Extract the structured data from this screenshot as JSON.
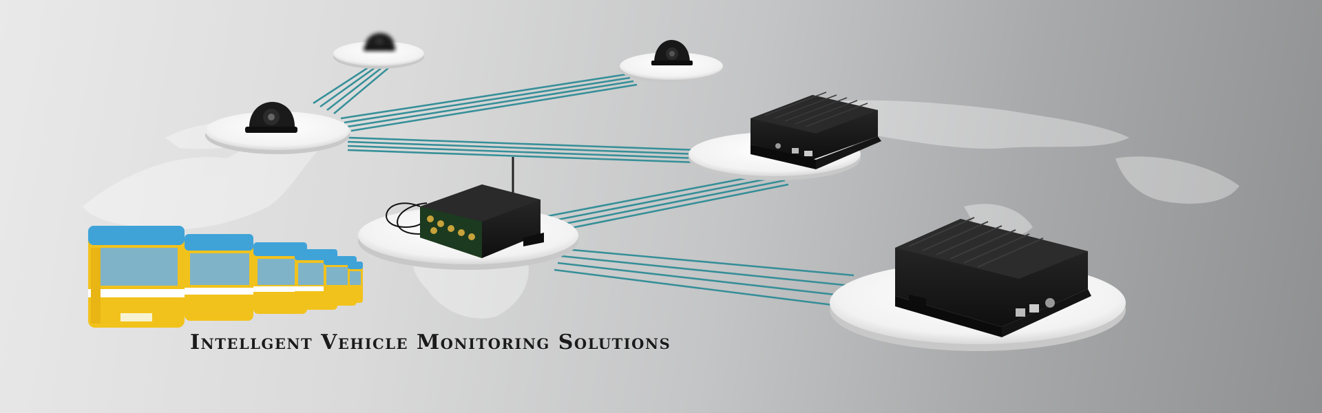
{
  "banner": {
    "headline": "Intellgent Vehicle Monitoring Solutions",
    "colors": {
      "cable": "#2e8c96",
      "device_body": "#161616",
      "bus_yellow": "#f2c21c",
      "bus_blue": "#3fa3d8"
    }
  },
  "nodes": [
    {
      "id": "dome-camera-small",
      "icon": "dome-camera-icon"
    },
    {
      "id": "dome-camera-right",
      "icon": "dome-camera-icon"
    },
    {
      "id": "dome-camera-left",
      "icon": "dome-camera-icon"
    },
    {
      "id": "mdvr-upper-right",
      "icon": "mdvr-recorder-icon"
    },
    {
      "id": "mdvr-4g-center",
      "icon": "mdvr-4g-antenna-icon"
    },
    {
      "id": "mdvr-large-bottom",
      "icon": "mdvr-recorder-icon"
    },
    {
      "id": "bus-fleet",
      "icon": "bus-fleet-icon"
    }
  ]
}
